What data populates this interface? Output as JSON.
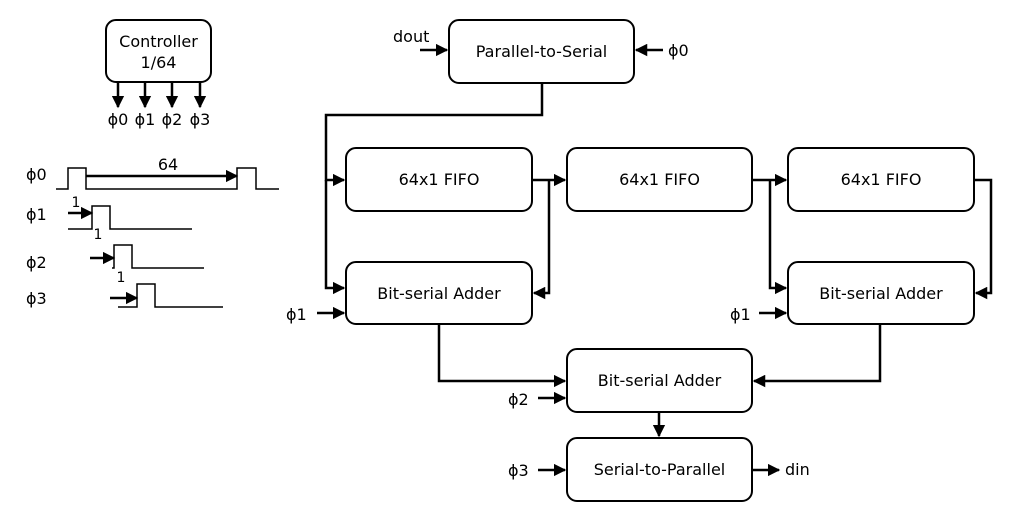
{
  "controller": {
    "line1": "Controller",
    "line2": "1/64",
    "outputs": [
      "ϕ0",
      "ϕ1",
      "ϕ2",
      "ϕ3"
    ]
  },
  "timing": {
    "signals": [
      "ϕ0",
      "ϕ1",
      "ϕ2",
      "ϕ3"
    ],
    "period_label": "64",
    "delay_labels": [
      "1",
      "1",
      "1"
    ]
  },
  "blocks": {
    "p2s": "Parallel-to-Serial",
    "fifo1": "64x1 FIFO",
    "fifo2": "64x1 FIFO",
    "fifo3": "64x1 FIFO",
    "adder_left": "Bit-serial Adder",
    "adder_right": "Bit-serial Adder",
    "adder_mid": "Bit-serial Adder",
    "s2p": "Serial-to-Parallel"
  },
  "ports": {
    "dout": "dout",
    "din": "din",
    "p2s_clock": "ϕ0",
    "adder_left_clock": "ϕ1",
    "adder_right_clock": "ϕ1",
    "adder_mid_clock": "ϕ2",
    "s2p_clock": "ϕ3"
  }
}
